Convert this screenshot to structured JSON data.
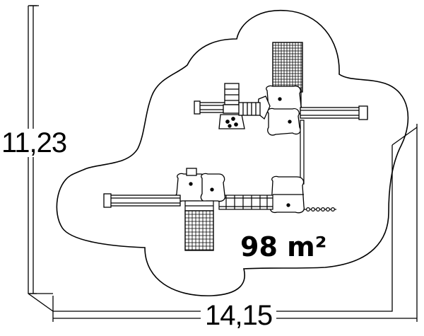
{
  "diagram": {
    "dimensions": {
      "height": "11,23",
      "width": "14,15"
    },
    "area": "98 m²",
    "components": [
      "climbing-net-tower",
      "platform-tower-right",
      "platform-tower-left",
      "slide-right",
      "slide-left",
      "slide-top-left",
      "rope-bridge",
      "climbing-wall",
      "ladder",
      "climbing-net-bottom",
      "chain-bridge"
    ],
    "colors": {
      "line": "#000000",
      "background": "#ffffff"
    }
  }
}
